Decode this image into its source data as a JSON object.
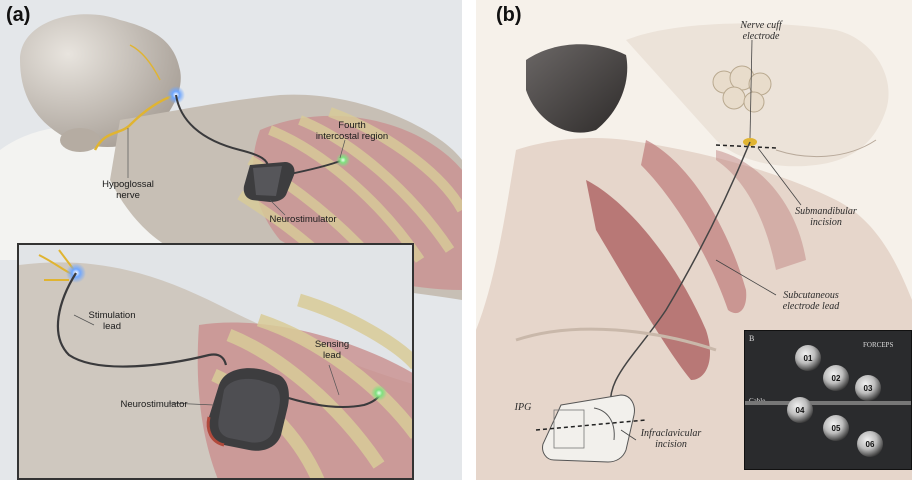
{
  "panel_a": {
    "label": "(a)",
    "labels": {
      "fourth_intercostal": "Fourth\nintercostal region",
      "hypoglossal": "Hypoglossal\nnerve",
      "neurostimulator_top": "Neurostimulator"
    },
    "inset": {
      "stimulation_lead": "Stimulation\nlead",
      "sensing_lead": "Sensing\nlead",
      "neurostimulator": "Neurostimulator"
    }
  },
  "panel_b": {
    "label": "(b)",
    "labels": {
      "nerve_cuff": "Nerve cuff\nelectrode",
      "submandibular": "Submandibular\nincision",
      "subcutaneous": "Subcutaneous\nelectrode lead",
      "ipg": "IPG",
      "infraclavicular": "Infraclavicular\nincision"
    },
    "photo": {
      "corner_letter": "B",
      "forceps": "FORCEPS",
      "cable": "Cable",
      "electrodes": [
        "01",
        "02",
        "03",
        "04",
        "05",
        "06"
      ]
    }
  },
  "colors": {
    "skin": "#c9c2b8",
    "chest_red": "#c98e8f",
    "rib": "#d9cc98",
    "device": "#3d3d3f",
    "nerve": "#e0b431",
    "glow": "#6fa7ff",
    "sensor_glow": "#7fe07f",
    "muscle": "#a8585a"
  }
}
